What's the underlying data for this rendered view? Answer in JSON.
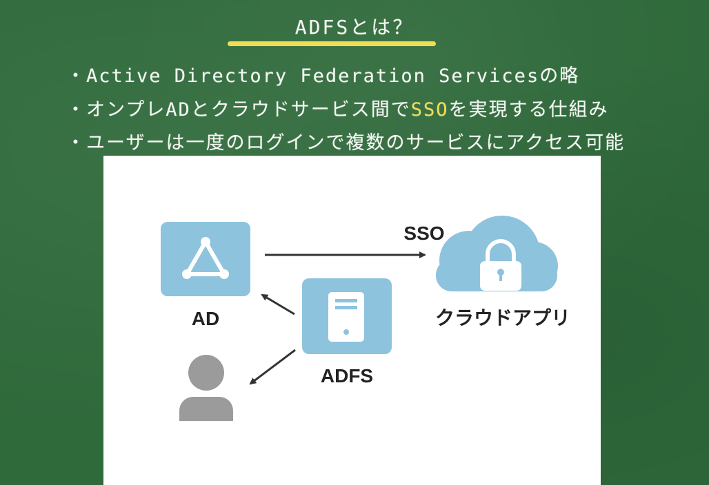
{
  "title": "ADFSとは？",
  "bullets": {
    "b1": "・Active Directory Federation Servicesの略",
    "b2_pre": "・オンプレADとクラウドサービス間で",
    "b2_hl": "SSO",
    "b2_post": "を実現する仕組み",
    "b3": "・ユーザーは一度のログインで複数のサービスにアクセス可能"
  },
  "diagram": {
    "ad_label": "AD",
    "adfs_label": "ADFS",
    "cloud_label": "クラウドアプリ",
    "sso_label": "SSO"
  },
  "colors": {
    "board": "#2f6a3b",
    "highlight": "#f2dc54",
    "icon_fill": "#8ec3de",
    "user_fill": "#9b9b9b"
  }
}
